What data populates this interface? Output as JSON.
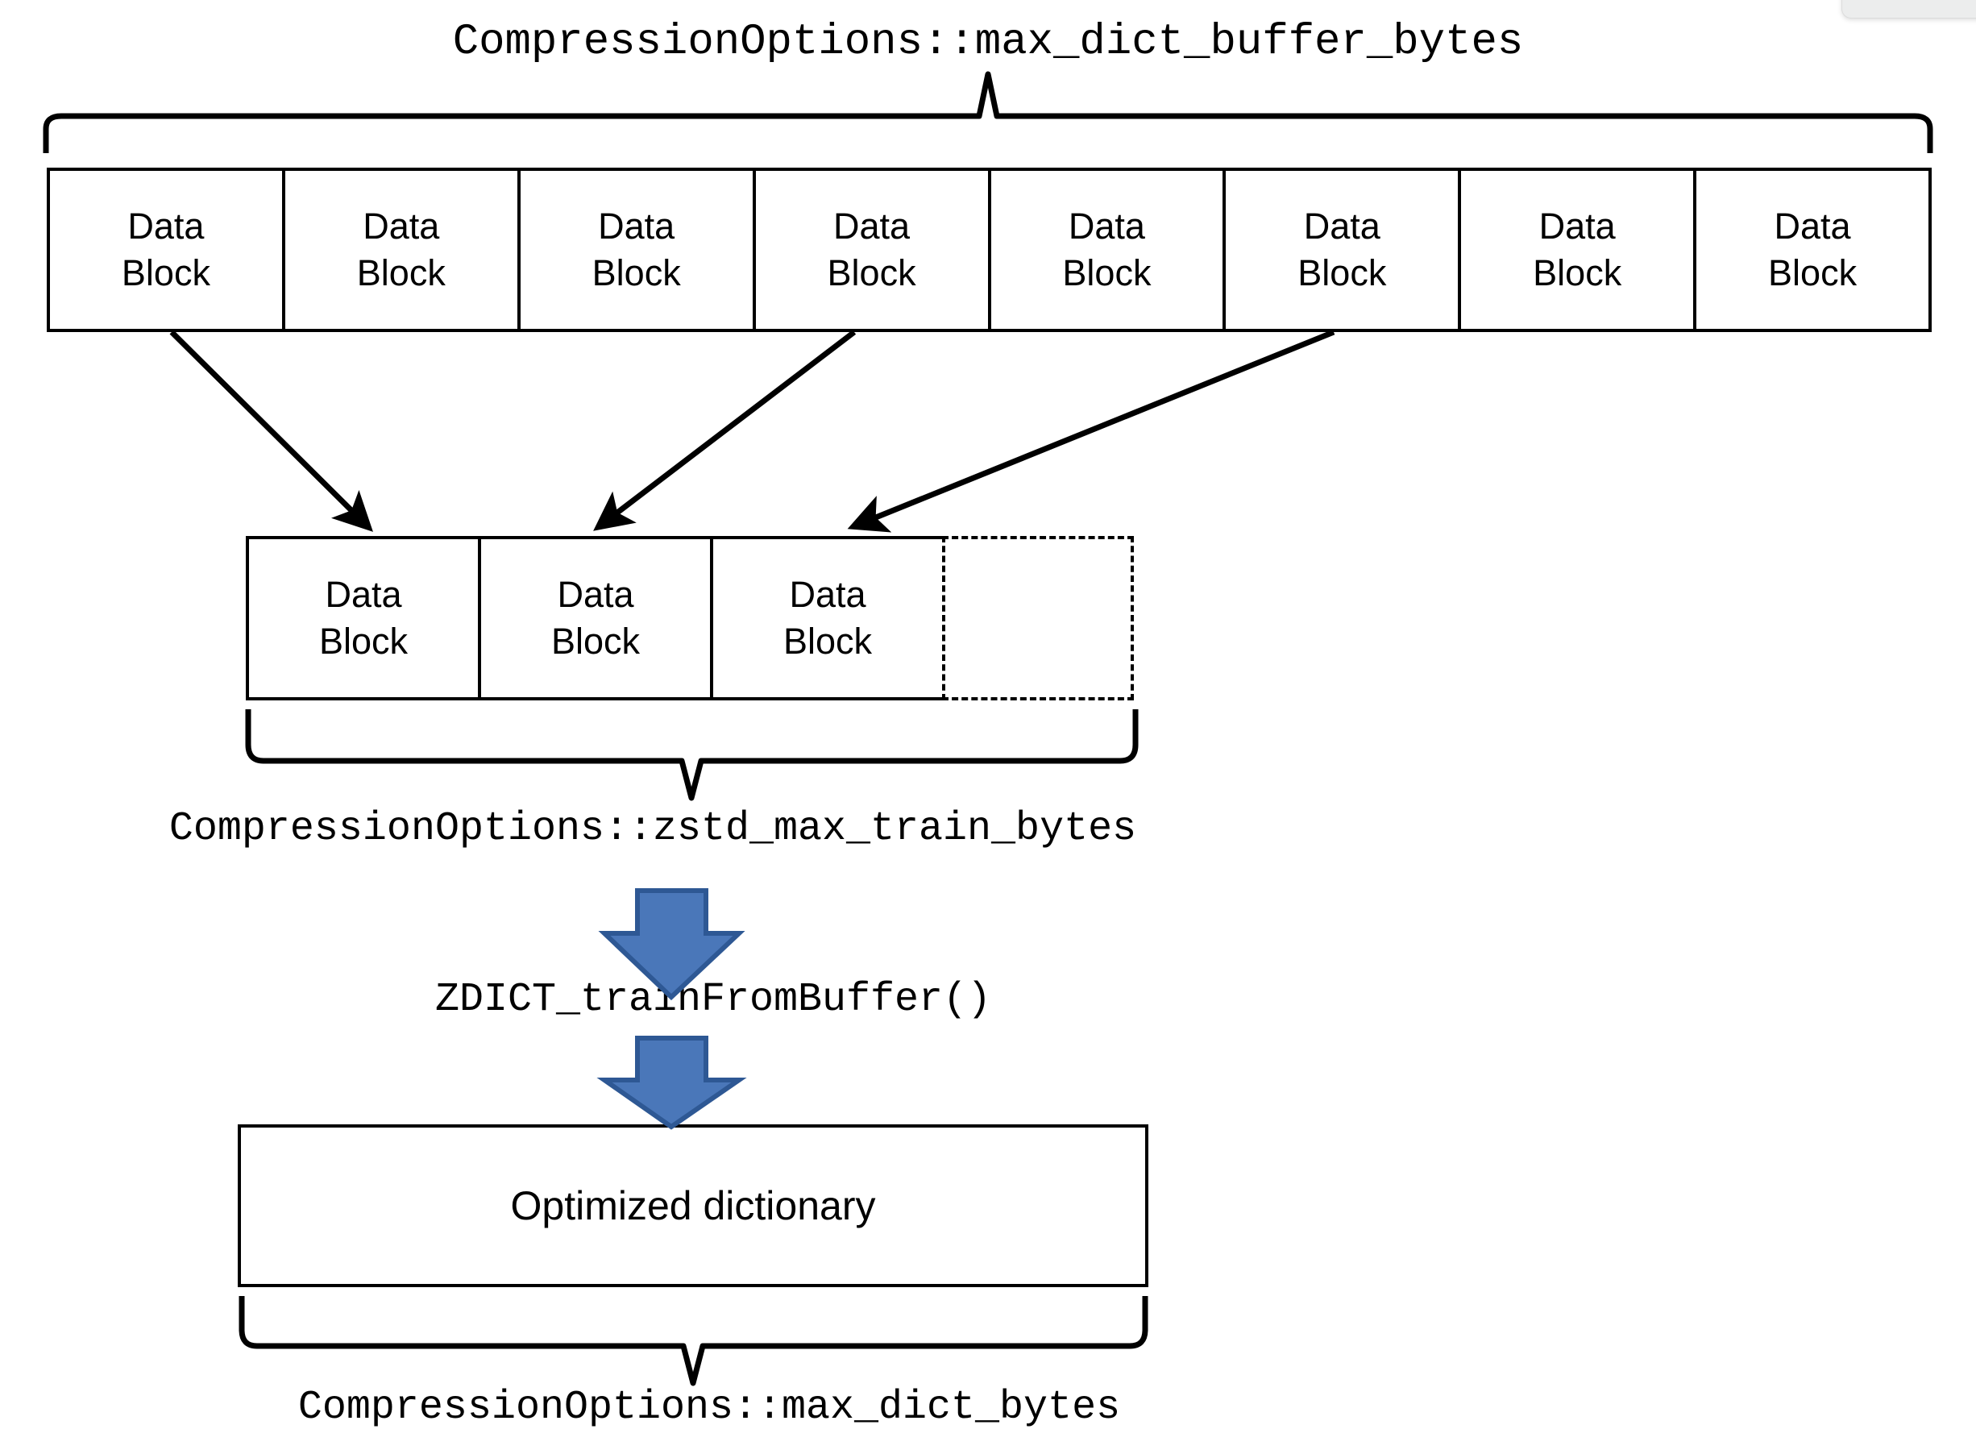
{
  "diagram": {
    "title_top": "CompressionOptions::max_dict_buffer_bytes",
    "label_middle": "CompressionOptions::zstd_max_train_bytes",
    "label_function": "ZDICT_trainFromBuffer()",
    "label_bottom": "CompressionOptions::max_dict_bytes",
    "block_text": {
      "line1": "Data",
      "line2": "Block"
    },
    "top_row": {
      "blocks": [
        {
          "line1": "Data",
          "line2": "Block"
        },
        {
          "line1": "Data",
          "line2": "Block"
        },
        {
          "line1": "Data",
          "line2": "Block"
        },
        {
          "line1": "Data",
          "line2": "Block"
        },
        {
          "line1": "Data",
          "line2": "Block"
        },
        {
          "line1": "Data",
          "line2": "Block"
        },
        {
          "line1": "Data",
          "line2": "Block"
        },
        {
          "line1": "Data",
          "line2": "Block"
        }
      ],
      "count": 8
    },
    "training_row": {
      "blocks": [
        {
          "line1": "Data",
          "line2": "Block"
        },
        {
          "line1": "Data",
          "line2": "Block"
        },
        {
          "line1": "Data",
          "line2": "Block"
        }
      ],
      "count": 3,
      "empty_slot_count": 1,
      "empty_slot_style": "dashed"
    },
    "output_box": {
      "label": "Optimized dictionary"
    },
    "arrows": {
      "sampling_arrow_count": 3,
      "flow_arrow_count": 2,
      "flow_arrow_fill": "#4A77B9",
      "flow_arrow_stroke": "#2E5894"
    },
    "braces": {
      "top_label_ref": "CompressionOptions::max_dict_buffer_bytes",
      "middle_label_ref": "CompressionOptions::zstd_max_train_bytes",
      "bottom_label_ref": "CompressionOptions::max_dict_bytes"
    },
    "colors": {
      "line": "#000000",
      "background": "#ffffff",
      "arrow_fill": "#4A77B9",
      "arrow_stroke": "#2E5894"
    }
  }
}
